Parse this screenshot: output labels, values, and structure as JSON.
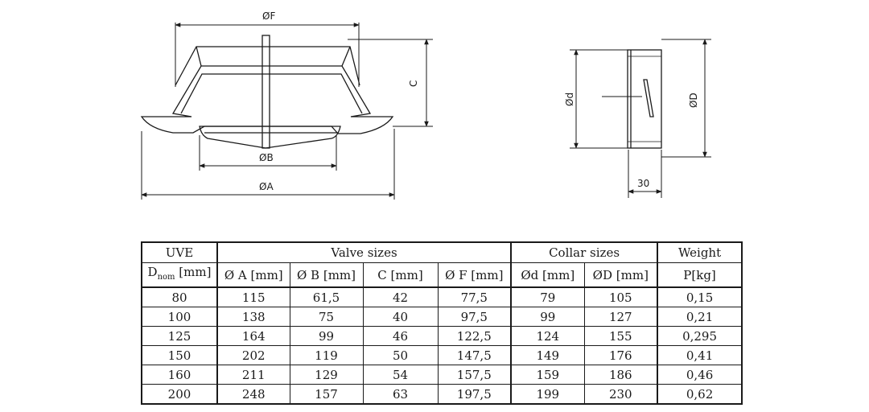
{
  "drawing": {
    "dim_F": "ØF",
    "dim_B": "ØB",
    "dim_A": "ØA",
    "dim_C": "C",
    "dim_d": "Ød",
    "dim_D": "ØD",
    "dim_30": "30"
  },
  "table": {
    "group_headers": {
      "uve": "UVE",
      "valve_sizes": "Valve sizes",
      "collar_sizes": "Collar sizes",
      "weight": "Weight"
    },
    "column_headers": {
      "dnom_main": "D",
      "dnom_sub": "nom",
      "dnom_unit": " [mm]",
      "a": "Ø A [mm]",
      "b": "Ø B [mm]",
      "c": "C [mm]",
      "f": "Ø F [mm]",
      "d": "Ød [mm]",
      "D": "ØD [mm]",
      "p": "P[kg]"
    },
    "rows": [
      [
        "80",
        "115",
        "61,5",
        "42",
        "77,5",
        "79",
        "105",
        "0,15"
      ],
      [
        "100",
        "138",
        "75",
        "40",
        "97,5",
        "99",
        "127",
        "0,21"
      ],
      [
        "125",
        "164",
        "99",
        "46",
        "122,5",
        "124",
        "155",
        "0,295"
      ],
      [
        "150",
        "202",
        "119",
        "50",
        "147,5",
        "149",
        "176",
        "0,41"
      ],
      [
        "160",
        "211",
        "129",
        "54",
        "157,5",
        "159",
        "186",
        "0,46"
      ],
      [
        "200",
        "248",
        "157",
        "63",
        "197,5",
        "199",
        "230",
        "0,62"
      ]
    ]
  }
}
